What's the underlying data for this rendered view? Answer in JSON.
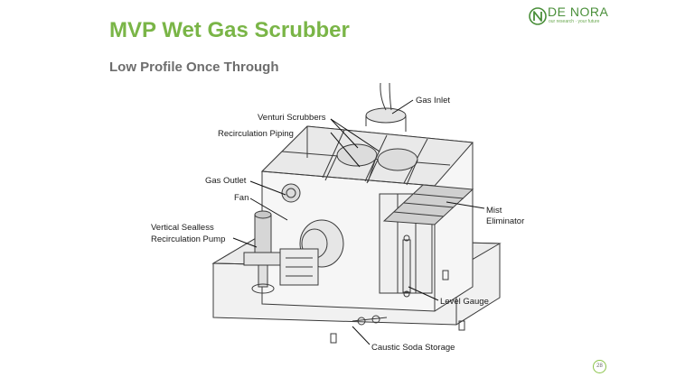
{
  "slide": {
    "title": "MVP Wet Gas Scrubber",
    "subtitle": "Low Profile Once Through",
    "page_number": "28"
  },
  "logo": {
    "name": "DE NORA",
    "tagline": "our research · your future",
    "color": "#4a8f3a"
  },
  "labels": {
    "gas_inlet": "Gas Inlet",
    "venturi_scrubbers": "Venturi Scrubbers",
    "recirculation_piping": "Recirculation Piping",
    "gas_outlet": "Gas Outlet",
    "fan": "Fan",
    "pump_line1": "Vertical Sealless",
    "pump_line2": "Recirculation Pump",
    "mist_line1": "Mist",
    "mist_line2": "Eliminator",
    "level_gauge": "Level Gauge",
    "caustic_soda_storage": "Caustic Soda Storage"
  },
  "colors": {
    "title": "#7ab547",
    "subtitle": "#6d6d6d",
    "line_art": "#3a3a3a"
  }
}
